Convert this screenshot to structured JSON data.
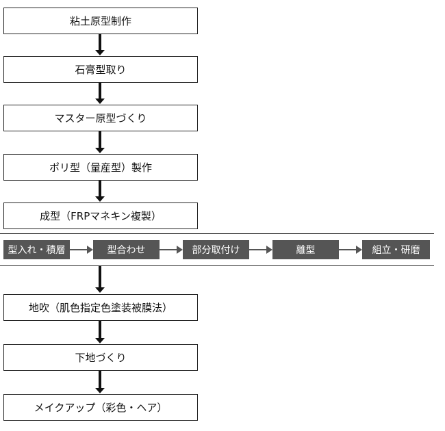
{
  "steps_top": [
    "粘土原型制作",
    "石膏型取り",
    "マスター原型づくり",
    "ポリ型（量産型）製作",
    "成型（FRPマネキン複製）"
  ],
  "process_row": [
    "型入れ・積層",
    "型合わせ",
    "部分取付け",
    "離型",
    "組立・研磨"
  ],
  "steps_bottom": [
    "地吹（肌色指定色塗装被膜法）",
    "下地づくり",
    "メイクアップ（彩色・ヘア）"
  ],
  "colors": {
    "box_border": "#222222",
    "process_fill": "#555555",
    "process_text": "#ffffff"
  }
}
